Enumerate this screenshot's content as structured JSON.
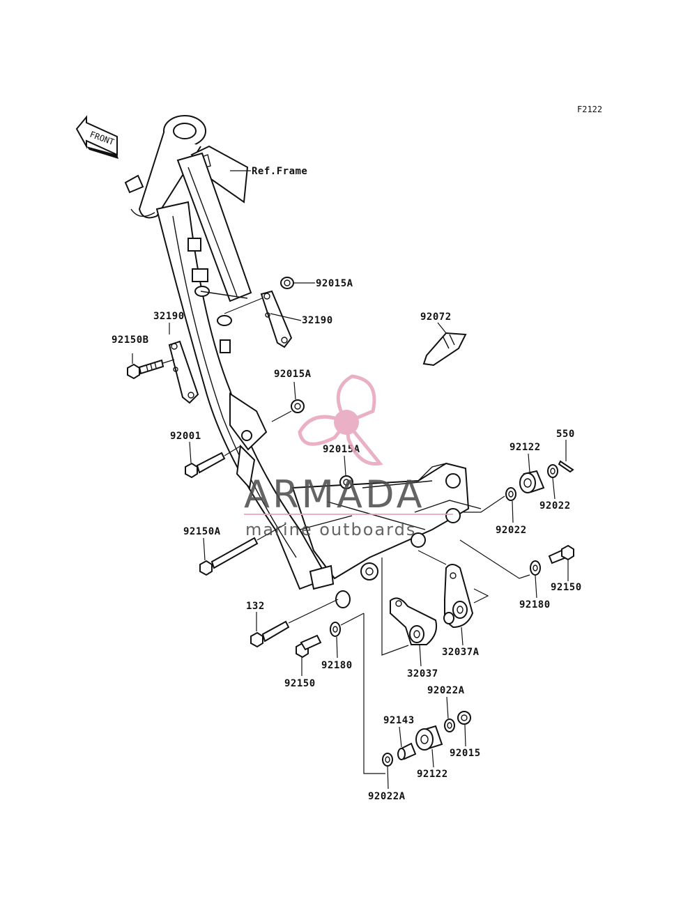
{
  "diagram": {
    "figure_code": "F2122",
    "front_label": "FRONT",
    "ref_label": "Ref.Frame",
    "labels": [
      {
        "id": "92015A-top",
        "text": "92015A"
      },
      {
        "id": "32190-right",
        "text": "32190"
      },
      {
        "id": "32190-left",
        "text": "32190"
      },
      {
        "id": "92150B",
        "text": "92150B"
      },
      {
        "id": "92072",
        "text": "92072"
      },
      {
        "id": "92015A-mid",
        "text": "92015A"
      },
      {
        "id": "92001",
        "text": "92001"
      },
      {
        "id": "92015A-low",
        "text": "92015A"
      },
      {
        "id": "92122-top",
        "text": "92122"
      },
      {
        "id": "550",
        "text": "550"
      },
      {
        "id": "92022-right",
        "text": "92022"
      },
      {
        "id": "92022-left",
        "text": "92022"
      },
      {
        "id": "92150A",
        "text": "92150A"
      },
      {
        "id": "92150-right",
        "text": "92150"
      },
      {
        "id": "92180-right",
        "text": "92180"
      },
      {
        "id": "132",
        "text": "132"
      },
      {
        "id": "92180-left",
        "text": "92180"
      },
      {
        "id": "32037A",
        "text": "32037A"
      },
      {
        "id": "32037",
        "text": "32037"
      },
      {
        "id": "92150-left",
        "text": "92150"
      },
      {
        "id": "92022A-top",
        "text": "92022A"
      },
      {
        "id": "92143",
        "text": "92143"
      },
      {
        "id": "92015",
        "text": "92015"
      },
      {
        "id": "92122-bottom",
        "text": "92122"
      },
      {
        "id": "92022A-bottom",
        "text": "92022A"
      }
    ]
  },
  "watermark": {
    "brand": "ARMADA",
    "tagline": "marine outboards",
    "brand_color": "#4a4a4a",
    "accent_color": "#e7a3bb",
    "icon": "propeller-icon"
  }
}
